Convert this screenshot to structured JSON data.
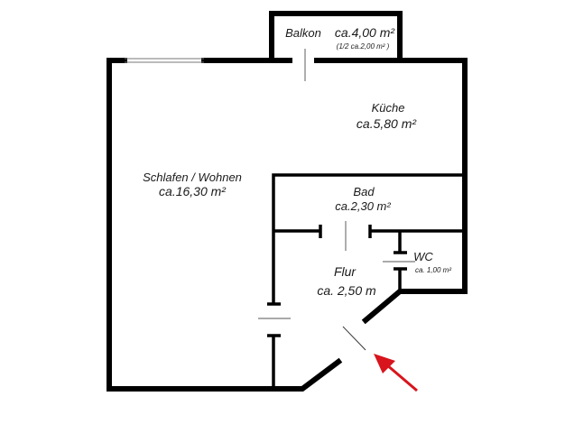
{
  "rooms": {
    "balkon": {
      "name": "Balkon",
      "area": "ca.4,00 m²",
      "note": "(1/2 ca.2,00 m² )"
    },
    "kueche": {
      "name": "Küche",
      "area": "ca.5,80 m²"
    },
    "wohnen": {
      "name": "Schlafen / Wohnen",
      "area": "ca.16,30 m²"
    },
    "bad": {
      "name": "Bad",
      "area": "ca.2,30 m²"
    },
    "wc": {
      "name": "WC",
      "area": "ca. 1,00 m²"
    },
    "flur": {
      "name": "Flur",
      "area": "ca. 2,50 m"
    }
  },
  "colors": {
    "wall": "#000000",
    "entrance_arrow": "#d8141c",
    "door_line": "#777777"
  }
}
